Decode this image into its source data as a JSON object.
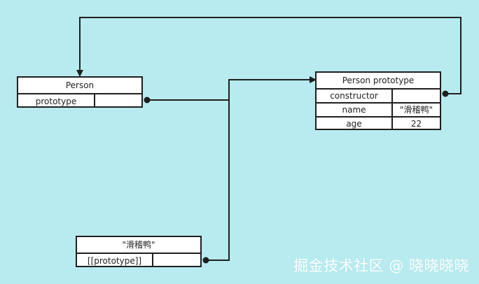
{
  "canvas": {
    "background": "#b7ebef",
    "line_color": "#1f1f1f",
    "box_background": "#ffffff"
  },
  "boxes": {
    "person": {
      "title": "Person",
      "rows": [
        {
          "key": "prototype",
          "value": ""
        }
      ]
    },
    "person_prototype": {
      "title": "Person prototype",
      "rows": [
        {
          "key": "constructor",
          "value": ""
        },
        {
          "key": "name",
          "value": "\"滑稽鸭\""
        },
        {
          "key": "age",
          "value": "22"
        }
      ]
    },
    "instance": {
      "title": "\"滑稽鸭\"",
      "rows": [
        {
          "key": "[[prototype]]",
          "value": ""
        }
      ]
    }
  },
  "watermark": {
    "text": "掘金技术社区 @ 晓晓晓晓"
  }
}
